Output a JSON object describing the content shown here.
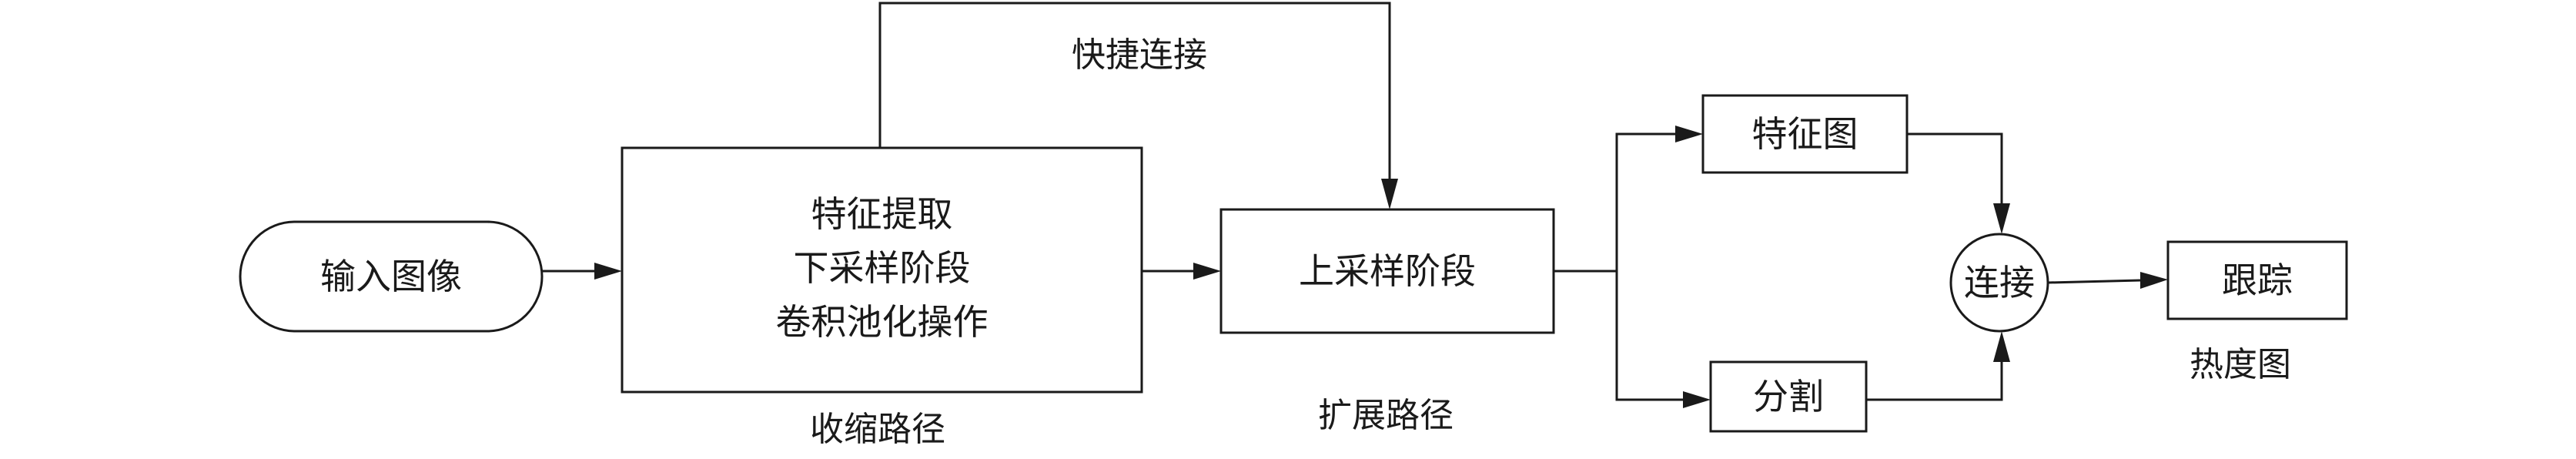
{
  "diagram": {
    "nodes": {
      "input": "输入图像",
      "contract": [
        "特征提取",
        "下采样阶段",
        "卷积池化操作"
      ],
      "upsample": "上采样阶段",
      "feature_map": "特征图",
      "segmentation": "分割",
      "concat": "连接",
      "tracking": "跟踪"
    },
    "labels": {
      "skip_connection": "快捷连接",
      "contracting_path": "收缩路径",
      "expanding_path": "扩展路径",
      "heatmap": "热度图"
    },
    "colors": {
      "stroke": "#1a1a1a",
      "background": "#ffffff"
    }
  }
}
